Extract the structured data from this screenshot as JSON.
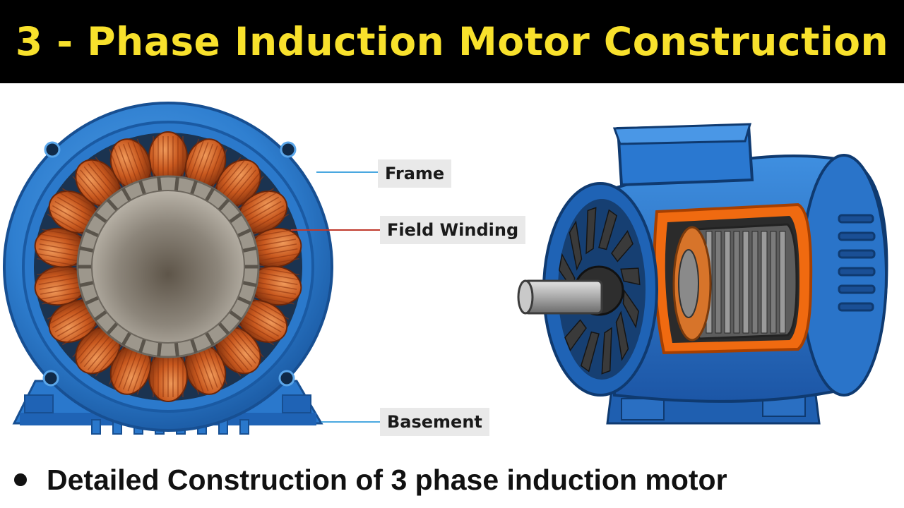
{
  "title": "3 - Phase Induction Motor Construction",
  "labels": {
    "frame": "Frame",
    "field_winding": "Field Winding",
    "basement": "Basement"
  },
  "caption": "Detailed Construction of 3 phase induction motor",
  "colors": {
    "title_bar": "#000000",
    "title_text": "#f8e12c",
    "frame_blue": "#2f7fd0",
    "copper": "#c8581e",
    "core_gray": "#8c877f",
    "leader_blue": "#4aa8e0",
    "leader_red": "#c0392b"
  }
}
